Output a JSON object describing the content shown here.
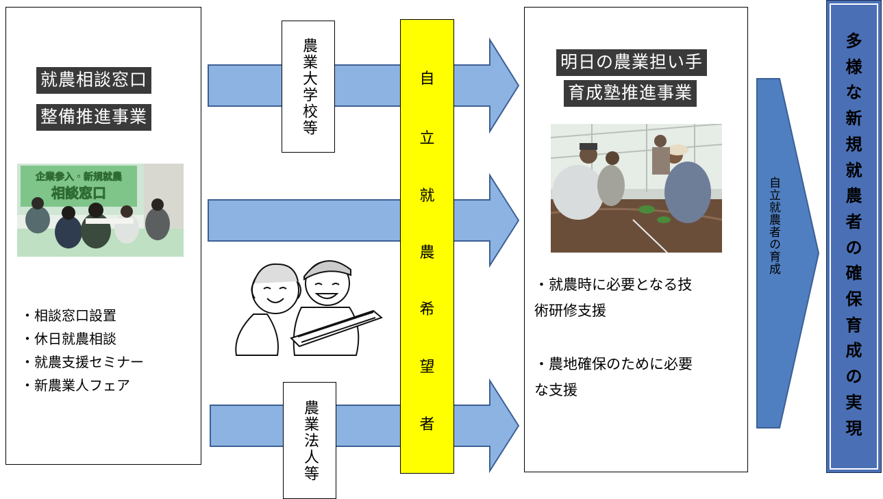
{
  "left_panel": {
    "title_line1": "就農相談窓口",
    "title_line2": "整備推進事業",
    "photo_banner_line1": "企業参入・新規就農",
    "photo_banner_line2": "相談窓口",
    "bullets": [
      "・相談窓口設置",
      "・休日就農相談",
      "・就農支援セミナー",
      "・新農業人フェア"
    ]
  },
  "source_boxes": {
    "top": "農業大学校等",
    "bottom": "農業法人等"
  },
  "center_bar": {
    "chars": [
      "自",
      "立",
      "就",
      "農",
      "希",
      "望",
      "者"
    ]
  },
  "right_panel": {
    "title_line1": "明日の農業担い手",
    "title_line2": "育成塾推進事業",
    "bullet1_line1": "・就農時に必要となる技",
    "bullet1_line2": "術研修支援",
    "bullet2_line1": "・農地確保のために必要",
    "bullet2_line2": "な支援"
  },
  "big_arrow": {
    "label": "自立就農者の育成"
  },
  "goal_bar": {
    "chars": [
      "多",
      "様",
      "な",
      "新",
      "規",
      "就",
      "農",
      "者",
      "の",
      "確",
      "保",
      "育",
      "成",
      "の",
      "実",
      "現"
    ]
  },
  "colors": {
    "arrow_fill": "#8db3e2",
    "arrow_stroke": "#3c5f95",
    "center_bar": "#ffff00",
    "goal_bar": "#4a6fb5",
    "big_arrow_fill": "#4f7fc0"
  }
}
